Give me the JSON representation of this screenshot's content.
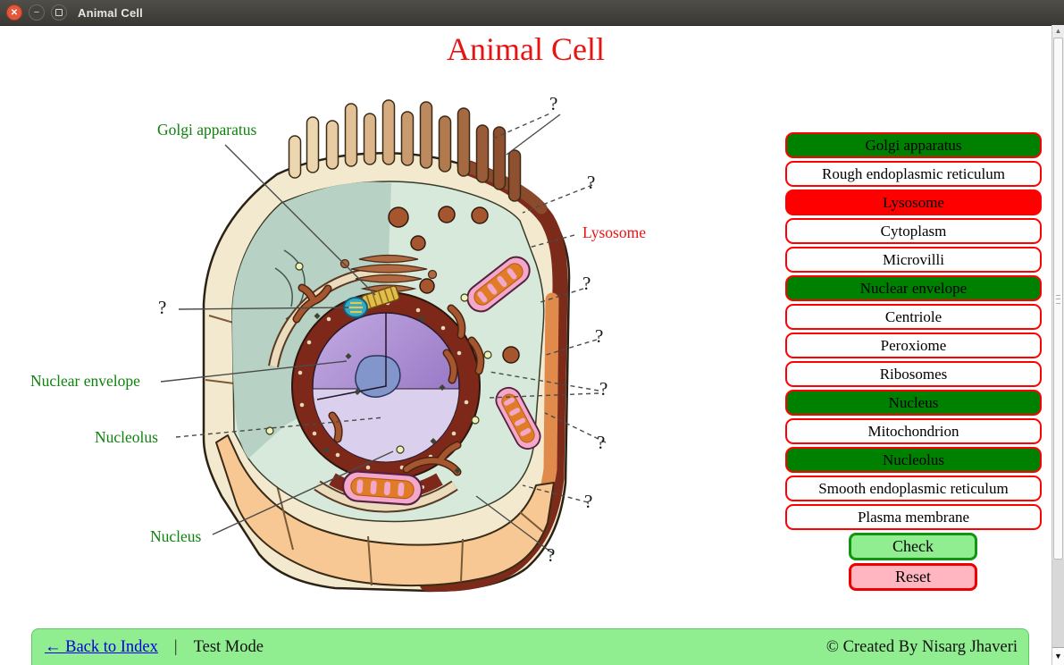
{
  "window": {
    "title": "Animal Cell",
    "controls": {
      "close_glyph": "✕",
      "minimize_glyph": "−"
    }
  },
  "header": {
    "title": "Animal Cell"
  },
  "diagram": {
    "placeholder": "?",
    "unanswered_slots": 9,
    "placed_labels": [
      {
        "text": "Golgi apparatus",
        "state": "correct"
      },
      {
        "text": "Nuclear envelope",
        "state": "correct"
      },
      {
        "text": "Nucleolus",
        "state": "correct"
      },
      {
        "text": "Nucleus",
        "state": "correct"
      },
      {
        "text": "Lysosome",
        "state": "incorrect"
      }
    ]
  },
  "sidebar": {
    "buttons": [
      {
        "label": "Golgi apparatus",
        "state": "correct"
      },
      {
        "label": "Rough endoplasmic reticulum",
        "state": "default"
      },
      {
        "label": "Lysosome",
        "state": "incorrect"
      },
      {
        "label": "Cytoplasm",
        "state": "default"
      },
      {
        "label": "Microvilli",
        "state": "default"
      },
      {
        "label": "Nuclear envelope",
        "state": "correct"
      },
      {
        "label": "Centriole",
        "state": "default"
      },
      {
        "label": "Peroxiome",
        "state": "default"
      },
      {
        "label": "Ribosomes",
        "state": "default"
      },
      {
        "label": "Nucleus",
        "state": "correct"
      },
      {
        "label": "Mitochondrion",
        "state": "default"
      },
      {
        "label": "Nucleolus",
        "state": "correct"
      },
      {
        "label": "Smooth endoplasmic reticulum",
        "state": "default"
      },
      {
        "label": "Plasma membrane",
        "state": "default"
      }
    ],
    "check_label": "Check",
    "reset_label": "Reset"
  },
  "footer": {
    "back_link": "← Back to Index",
    "separator": "|",
    "mode": "Test Mode",
    "credit": "© Created By Nisarg Jhaveri"
  },
  "scrollbar": {
    "up_glyph": "▲",
    "down_glyph": "▼"
  },
  "colors": {
    "correct_green": "#008000",
    "incorrect_red": "#ff0000",
    "button_border": "#ff0000",
    "check_bg": "#90ee90",
    "reset_bg": "#ffb6c1",
    "footer_bg": "#90ee90",
    "heading_red": "#e81414",
    "label_green": "#0d830d",
    "link_blue": "#0000dd"
  }
}
